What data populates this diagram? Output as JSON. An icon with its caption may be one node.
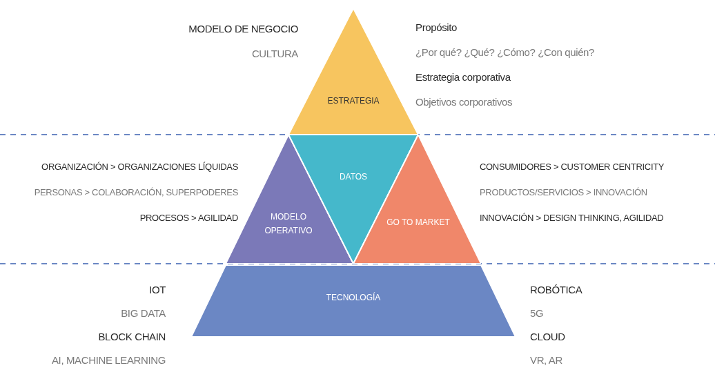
{
  "diagram": {
    "nodes": [
      {
        "text": [
          "ESTRATEGIA"
        ]
      },
      {
        "text": [
          "MODELO OPERATIVO"
        ]
      },
      {
        "text": [
          "DATOS"
        ]
      },
      {
        "text": [
          "GO TO MARKET"
        ]
      },
      {
        "text": [
          "TECNOLOGÍA"
        ]
      }
    ],
    "labels": [
      "MODELO DE NEGOCIO",
      "CULTURA",
      "Propósito",
      "¿Por qué? ¿Qué? ¿Cómo? ¿Con quién?",
      "Estrategia corporativa",
      "Objetivos corporativos",
      "ORGANIZACIÓN > ORGANIZACIONES LÍQUIDAS",
      "PERSONAS > COLABORACIÓN, SUPERPODERES",
      "PROCESOS > AGILIDAD",
      "CONSUMIDORES > CUSTOMER CENTRICITY",
      "PRODUCTOS/SERVICIOS > INNOVACIÓN",
      "INNOVACIÓN > DESIGN THINKING, AGILIDAD",
      "IOT",
      "BIG DATA",
      "BLOCK CHAIN",
      "AI, MACHINE LEARNING",
      "ROBÓTICA",
      "5G",
      "CLOUD",
      "VR, AR"
    ]
  }
}
